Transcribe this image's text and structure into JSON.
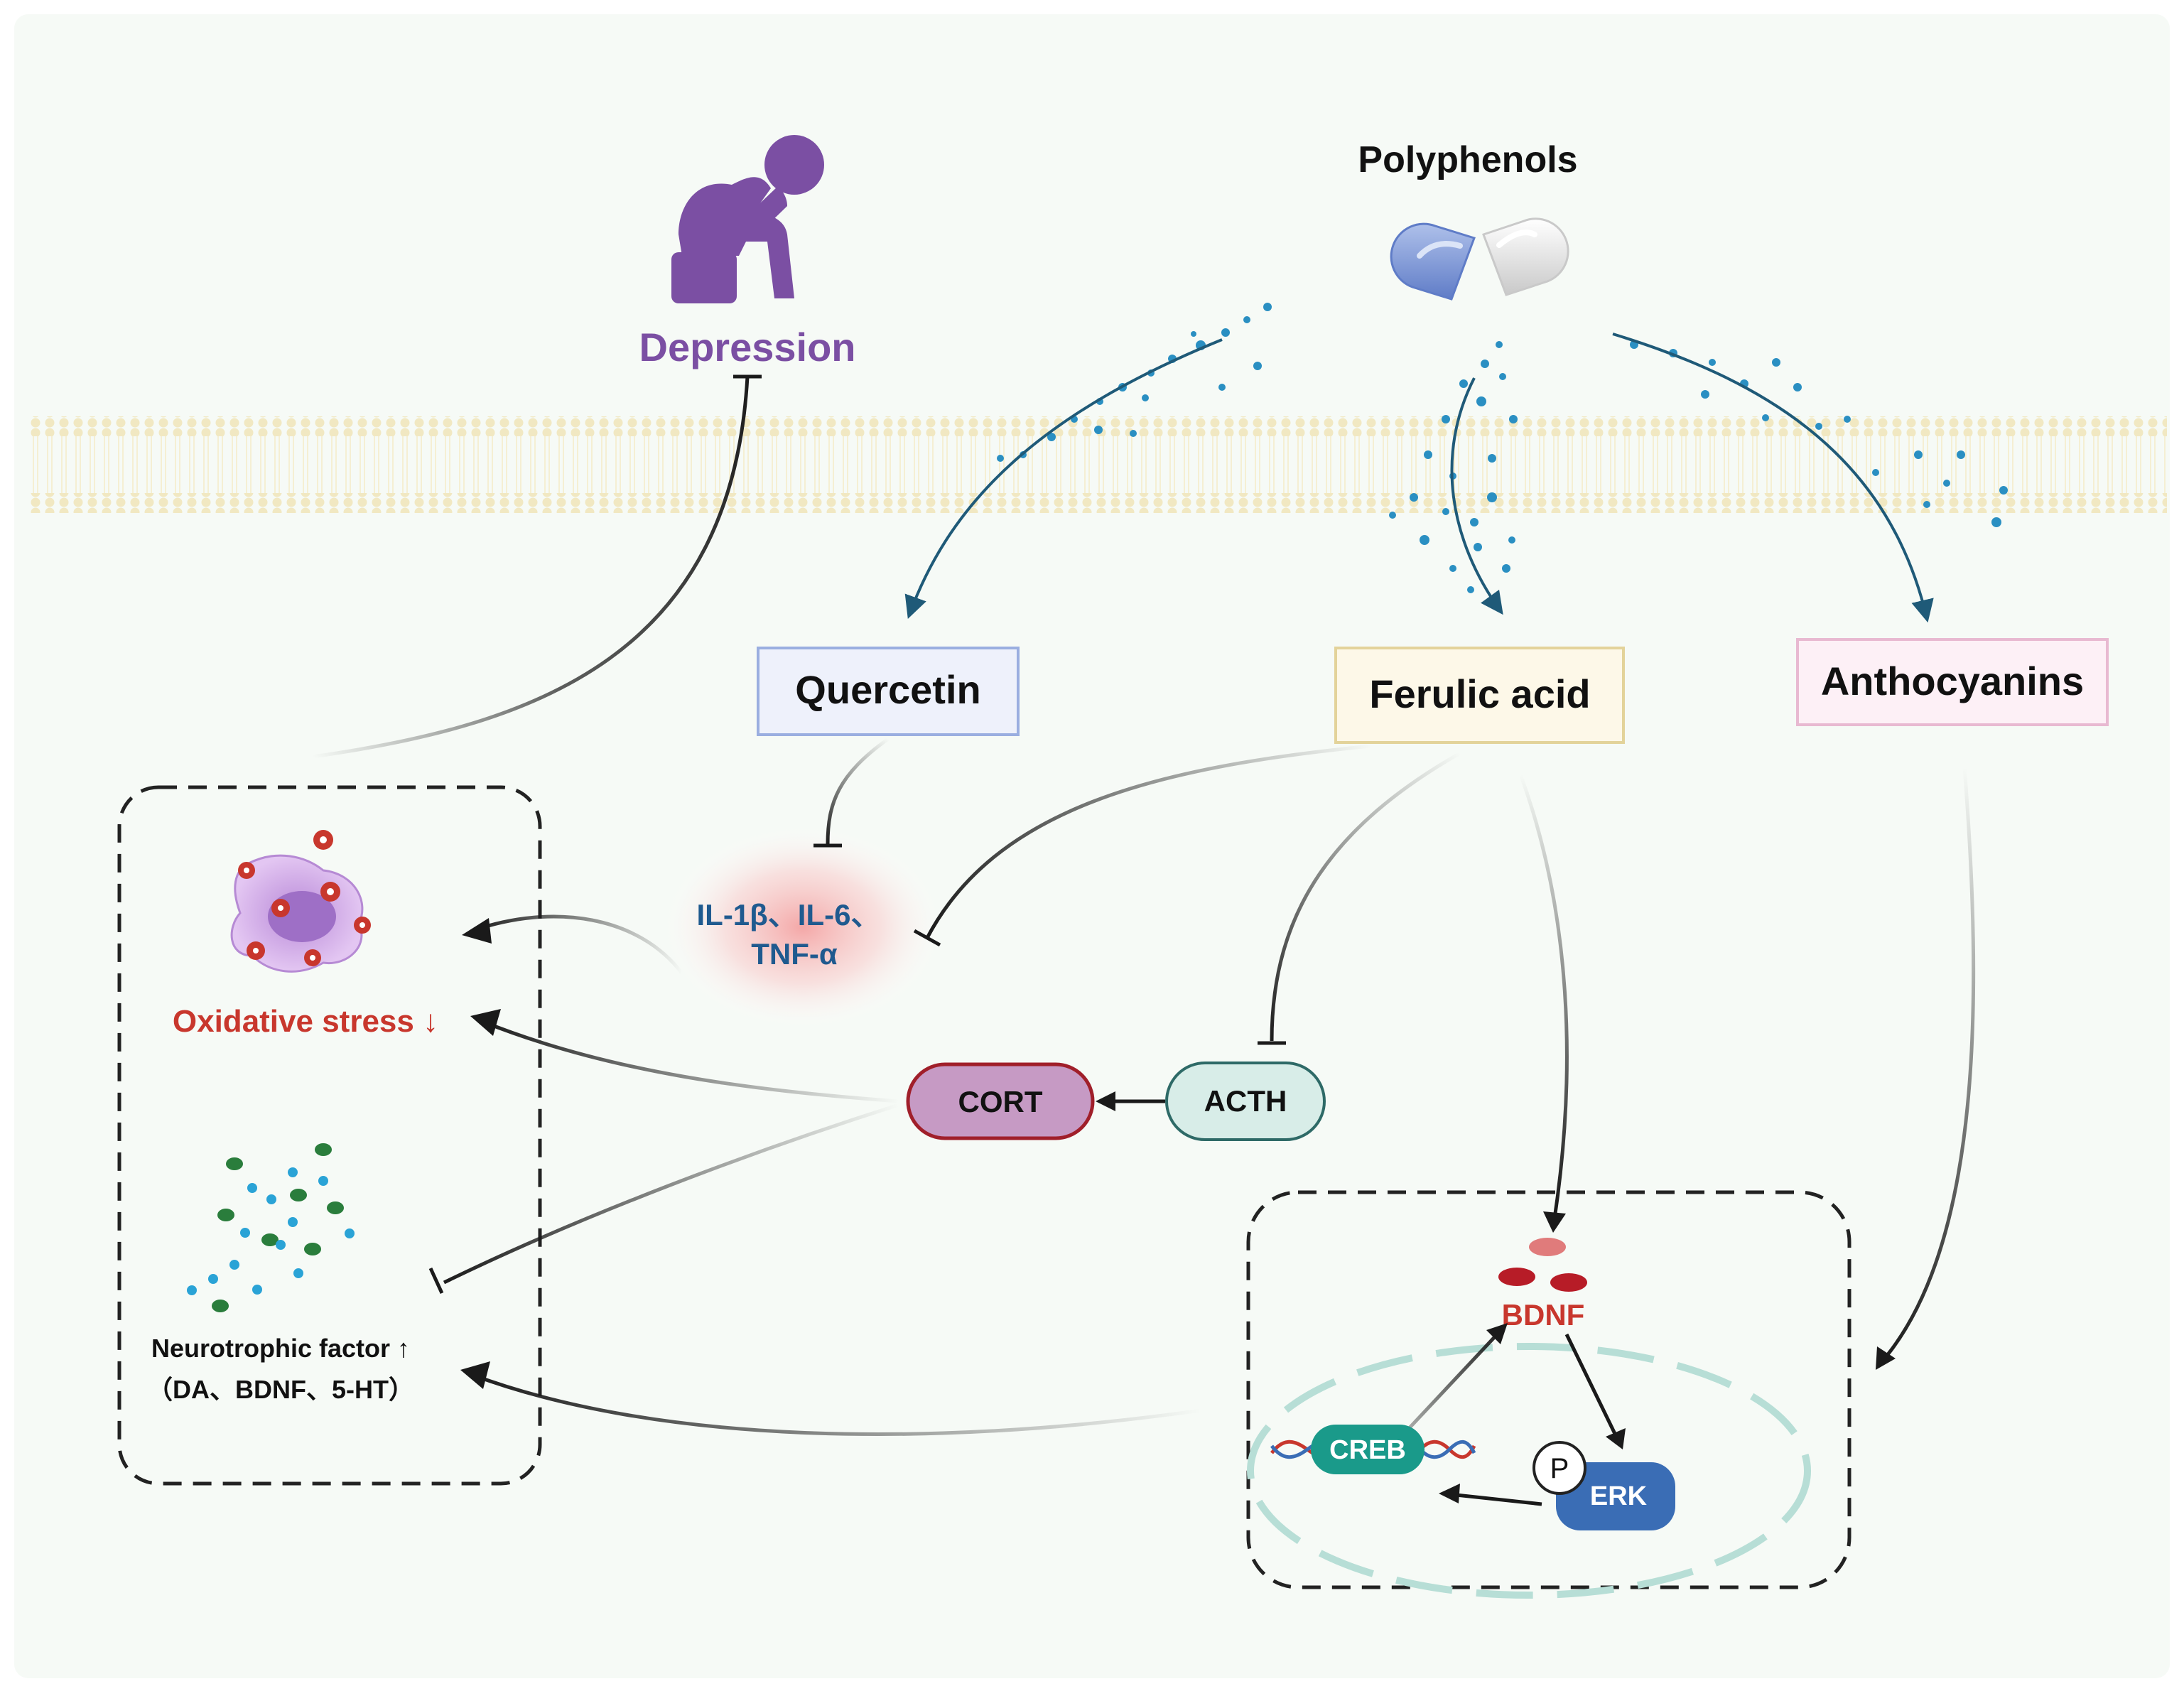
{
  "labels": {
    "polyphenols": "Polyphenols",
    "depression": "Depression",
    "quercetin": "Quercetin",
    "ferulic_acid": "Ferulic acid",
    "anthocyanins": "Anthocyanins",
    "cytokines_line1": "IL-1β、IL-6、",
    "cytokines_line2": "TNF-α",
    "oxidative_stress": "Oxidative stress ↓",
    "neurotrophic_line1": "Neurotrophic factor ↑",
    "neurotrophic_line2": "（DA、BDNF、5-HT）",
    "cort": "CORT",
    "acth": "ACTH",
    "bdnf": "BDNF",
    "creb": "CREB",
    "erk": "ERK",
    "phospho": "P"
  },
  "colors": {
    "background": "#f6faf6",
    "membrane": "#f3eccd",
    "depression": "#7b4fa3",
    "pathway_arrow": "#1f5a78",
    "quercetin_fill": "#eef1fb",
    "quercetin_border": "#9aaee0",
    "ferulic_fill": "#fdf8e8",
    "ferulic_border": "#e3d39a",
    "anthocyanins_fill": "#fdf0f6",
    "anthocyanins_border": "#e8b9d1",
    "cytokine_text": "#1f5a8f",
    "oxidative_text": "#c8372d",
    "cort_fill": "#c69ac4",
    "cort_border": "#a01f2a",
    "acth_fill": "#d8ede8",
    "acth_border": "#2e6a67",
    "creb": "#1a9a8a",
    "erk": "#3a6db5",
    "bdnf_text": "#c8372d",
    "arrow": "#1a1a1a"
  },
  "icons": [
    "depressed-person-icon",
    "capsule-icon",
    "ros-cell-icon",
    "neurotransmitter-dots-icon",
    "bdnf-molecule-icon",
    "dna-icon",
    "phosphate-icon"
  ]
}
